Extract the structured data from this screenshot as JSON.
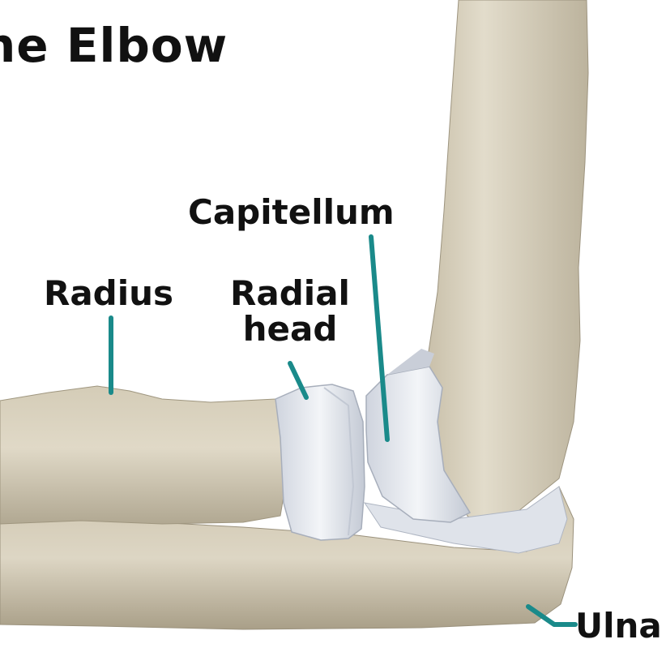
{
  "title": "he Elbow",
  "labels": {
    "capitellum": "Capitellum",
    "radius": "Radius",
    "radial_head_line1": "Radial",
    "radial_head_line2": "head",
    "ulna": "Ulna"
  },
  "colors": {
    "bone": "#d9d1be",
    "bone_shadow": "#b6ad98",
    "cartilage": "#e9edf3",
    "cartilage_shadow": "#c5cbd6",
    "leader_line": "#1a8a8a",
    "text": "#111111"
  }
}
